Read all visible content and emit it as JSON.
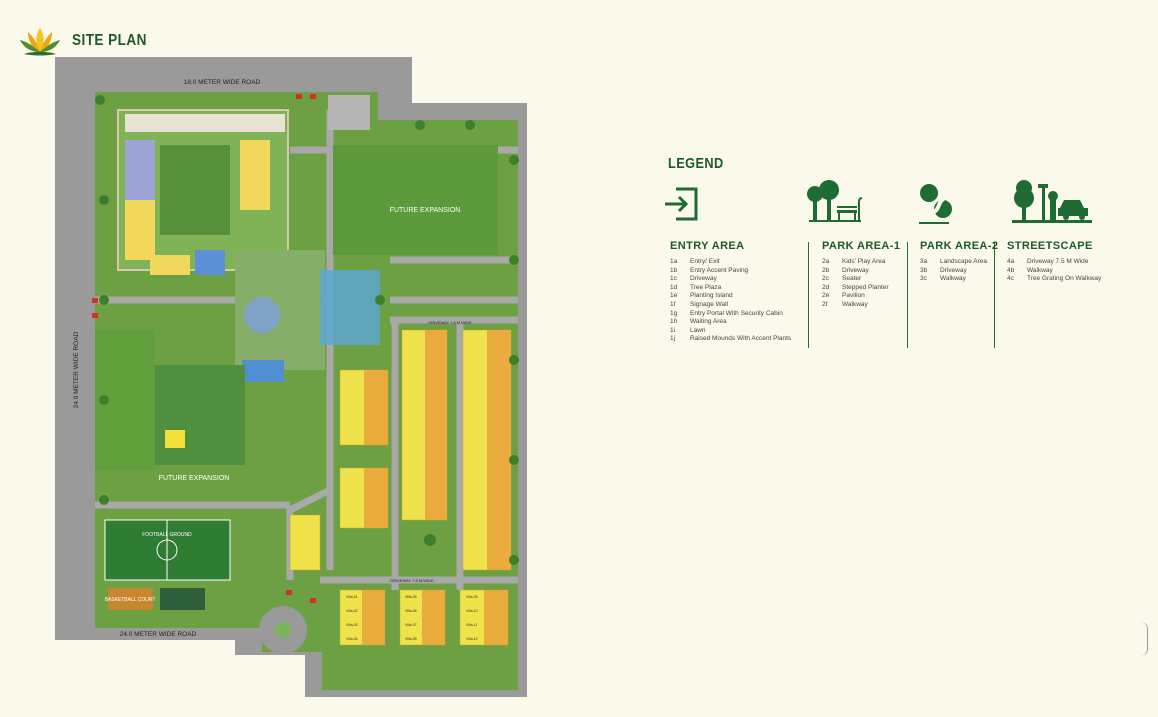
{
  "header": {
    "title": "SITE PLAN",
    "logo_icon": "lotus-icon"
  },
  "map": {
    "roads": [
      {
        "label": "18.0 METER WIDE ROAD"
      },
      {
        "label": "24.0 METER WIDE ROAD"
      },
      {
        "label": "24.0 METER WIDE ROAD"
      }
    ],
    "areas": [
      {
        "label": "FUTURE EXPANSION"
      },
      {
        "label": "FUTURE EXPANSION"
      },
      {
        "label": "FOOTBALL GROUND"
      },
      {
        "label": "BASKETBALL COURT"
      }
    ],
    "driveway_labels": [
      {
        "label": "DRIVEWAY 7.5 M WIDE"
      },
      {
        "label": "DRIVEWAY 7.5 M WIDE"
      }
    ],
    "villa_labels": [
      "Villa-01",
      "Villa-02",
      "Villa-03",
      "Villa-04",
      "Villa-05",
      "Villa-06",
      "Villa-07",
      "Villa-08",
      "Villa-09",
      "Villa-10",
      "Villa-11",
      "Villa-12"
    ]
  },
  "legend": {
    "title": "LEGEND",
    "columns": [
      {
        "heading": "ENTRY AREA",
        "icon": "entry-icon",
        "items": [
          {
            "code": "1a",
            "label": "Entry/ Exit"
          },
          {
            "code": "1b",
            "label": "Entry Accent Paving"
          },
          {
            "code": "1c",
            "label": "Driveway"
          },
          {
            "code": "1d",
            "label": "Tree Plaza"
          },
          {
            "code": "1e",
            "label": "Planting Island"
          },
          {
            "code": "1f",
            "label": "Signage Wall"
          },
          {
            "code": "1g",
            "label": "Entry Portal With Security Cabin"
          },
          {
            "code": "1h",
            "label": "Waiting Area"
          },
          {
            "code": "1i",
            "label": "Lawn"
          },
          {
            "code": "1j",
            "label": "Raised Mounds With Accent Plants"
          }
        ]
      },
      {
        "heading": "PARK AREA-1",
        "icon": "park-bench-icon",
        "items": [
          {
            "code": "2a",
            "label": "Kids' Play Area"
          },
          {
            "code": "2b",
            "label": "Driveway"
          },
          {
            "code": "2c",
            "label": "Seater"
          },
          {
            "code": "2d",
            "label": "Stepped Planter"
          },
          {
            "code": "2e",
            "label": "Pavilion"
          },
          {
            "code": "2f",
            "label": "Walkway"
          }
        ]
      },
      {
        "heading": "PARK AREA-2",
        "icon": "landscape-path-icon",
        "items": [
          {
            "code": "3a",
            "label": "Landscape Area"
          },
          {
            "code": "3b",
            "label": "Driveway"
          },
          {
            "code": "3c",
            "label": "Walkway"
          }
        ]
      },
      {
        "heading": "STREETSCAPE",
        "icon": "street-car-icon",
        "items": [
          {
            "code": "4a",
            "label": "Driveway 7.5 M Wide"
          },
          {
            "code": "4b",
            "label": "Walkway"
          },
          {
            "code": "4c",
            "label": "Tree Grating On Walkway"
          }
        ]
      }
    ]
  },
  "colors": {
    "background": "#fbf9ec",
    "brand_green": "#1f5a2a",
    "lawn": "#5f9a3c",
    "road": "#8e8e8e",
    "villa_yellow": "#f0e24a",
    "villa_orange": "#e8a23a"
  }
}
